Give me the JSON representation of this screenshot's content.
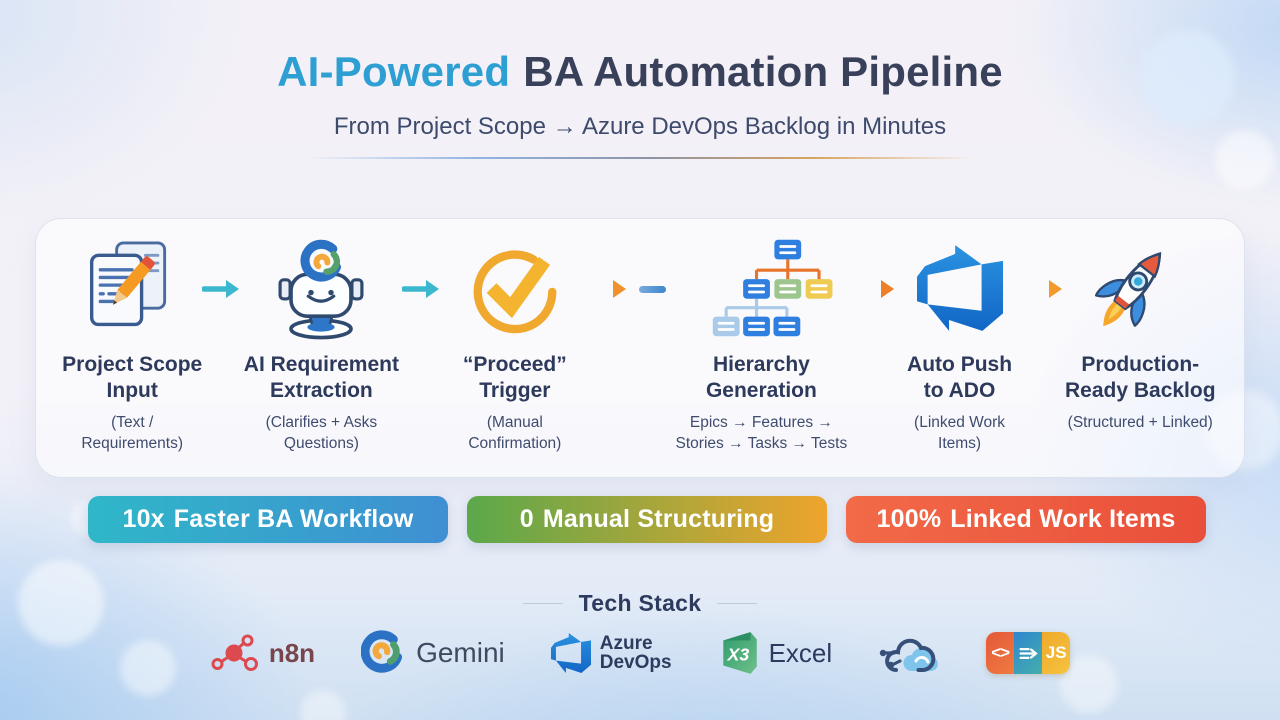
{
  "header": {
    "title_accent": "AI-Powered",
    "title_rest": "BA Automation Pipeline",
    "subtitle": "From Project Scope → Azure DevOps Backlog in Minutes"
  },
  "pipeline": {
    "steps": [
      {
        "title": "Project Scope\nInput",
        "subtitle": "(Text / Requirements)",
        "icon": "documents-pencil-icon"
      },
      {
        "title": "AI Requirement\nExtraction",
        "subtitle": "(Clarifies + Asks\nQuestions)",
        "icon": "ai-robot-icon"
      },
      {
        "title": "“Proceed”\nTrigger",
        "subtitle": "(Manual Confirmation)",
        "icon": "check-circle-icon"
      },
      {
        "title": "Hierarchy\nGeneration",
        "subtitle": "Epics → Features →\nStories → Tasks → Tests",
        "icon": "hierarchy-chart-icon"
      },
      {
        "title": "Auto Push\nto ADO",
        "subtitle": "(Linked Work Items)",
        "icon": "azure-devops-icon"
      },
      {
        "title": "Production-\nReady Backlog",
        "subtitle": "(Structured + Linked)",
        "icon": "rocket-icon"
      }
    ]
  },
  "badges": [
    {
      "value": "10x",
      "label": "Faster BA Workflow",
      "gradient": [
        "#2FB7C8",
        "#3F8FD2"
      ]
    },
    {
      "value": "0",
      "label": "Manual Structuring",
      "gradient": [
        "#5BA84B",
        "#EEA42C"
      ]
    },
    {
      "value": "100%",
      "label": "Linked Work Items",
      "gradient": [
        "#F26A48",
        "#E94F3A"
      ]
    }
  ],
  "tech_stack": {
    "heading": "Tech Stack",
    "items": [
      {
        "label": "n8n",
        "icon": "n8n-icon"
      },
      {
        "label": "Gemini",
        "icon": "gemini-icon"
      },
      {
        "label_line1": "Azure",
        "label_line2": "DevOps",
        "icon": "azure-devops-icon"
      },
      {
        "label": "Excel",
        "icon_text": "X3",
        "icon": "excel-icon"
      },
      {
        "icon": "cloud-api-icon"
      },
      {
        "icon": "js-badge-icon",
        "segments": [
          "<>",
          "JS"
        ]
      }
    ]
  },
  "colors": {
    "title_accent": "#2E9FD2",
    "title_main": "#39415A",
    "arrow_teal": "#3BB8CE",
    "arrow_orange": "#F1912C",
    "hierarchy_blue": "#2E7FE0",
    "hierarchy_green": "#9CC68D",
    "hierarchy_yellow": "#EFCB52"
  }
}
